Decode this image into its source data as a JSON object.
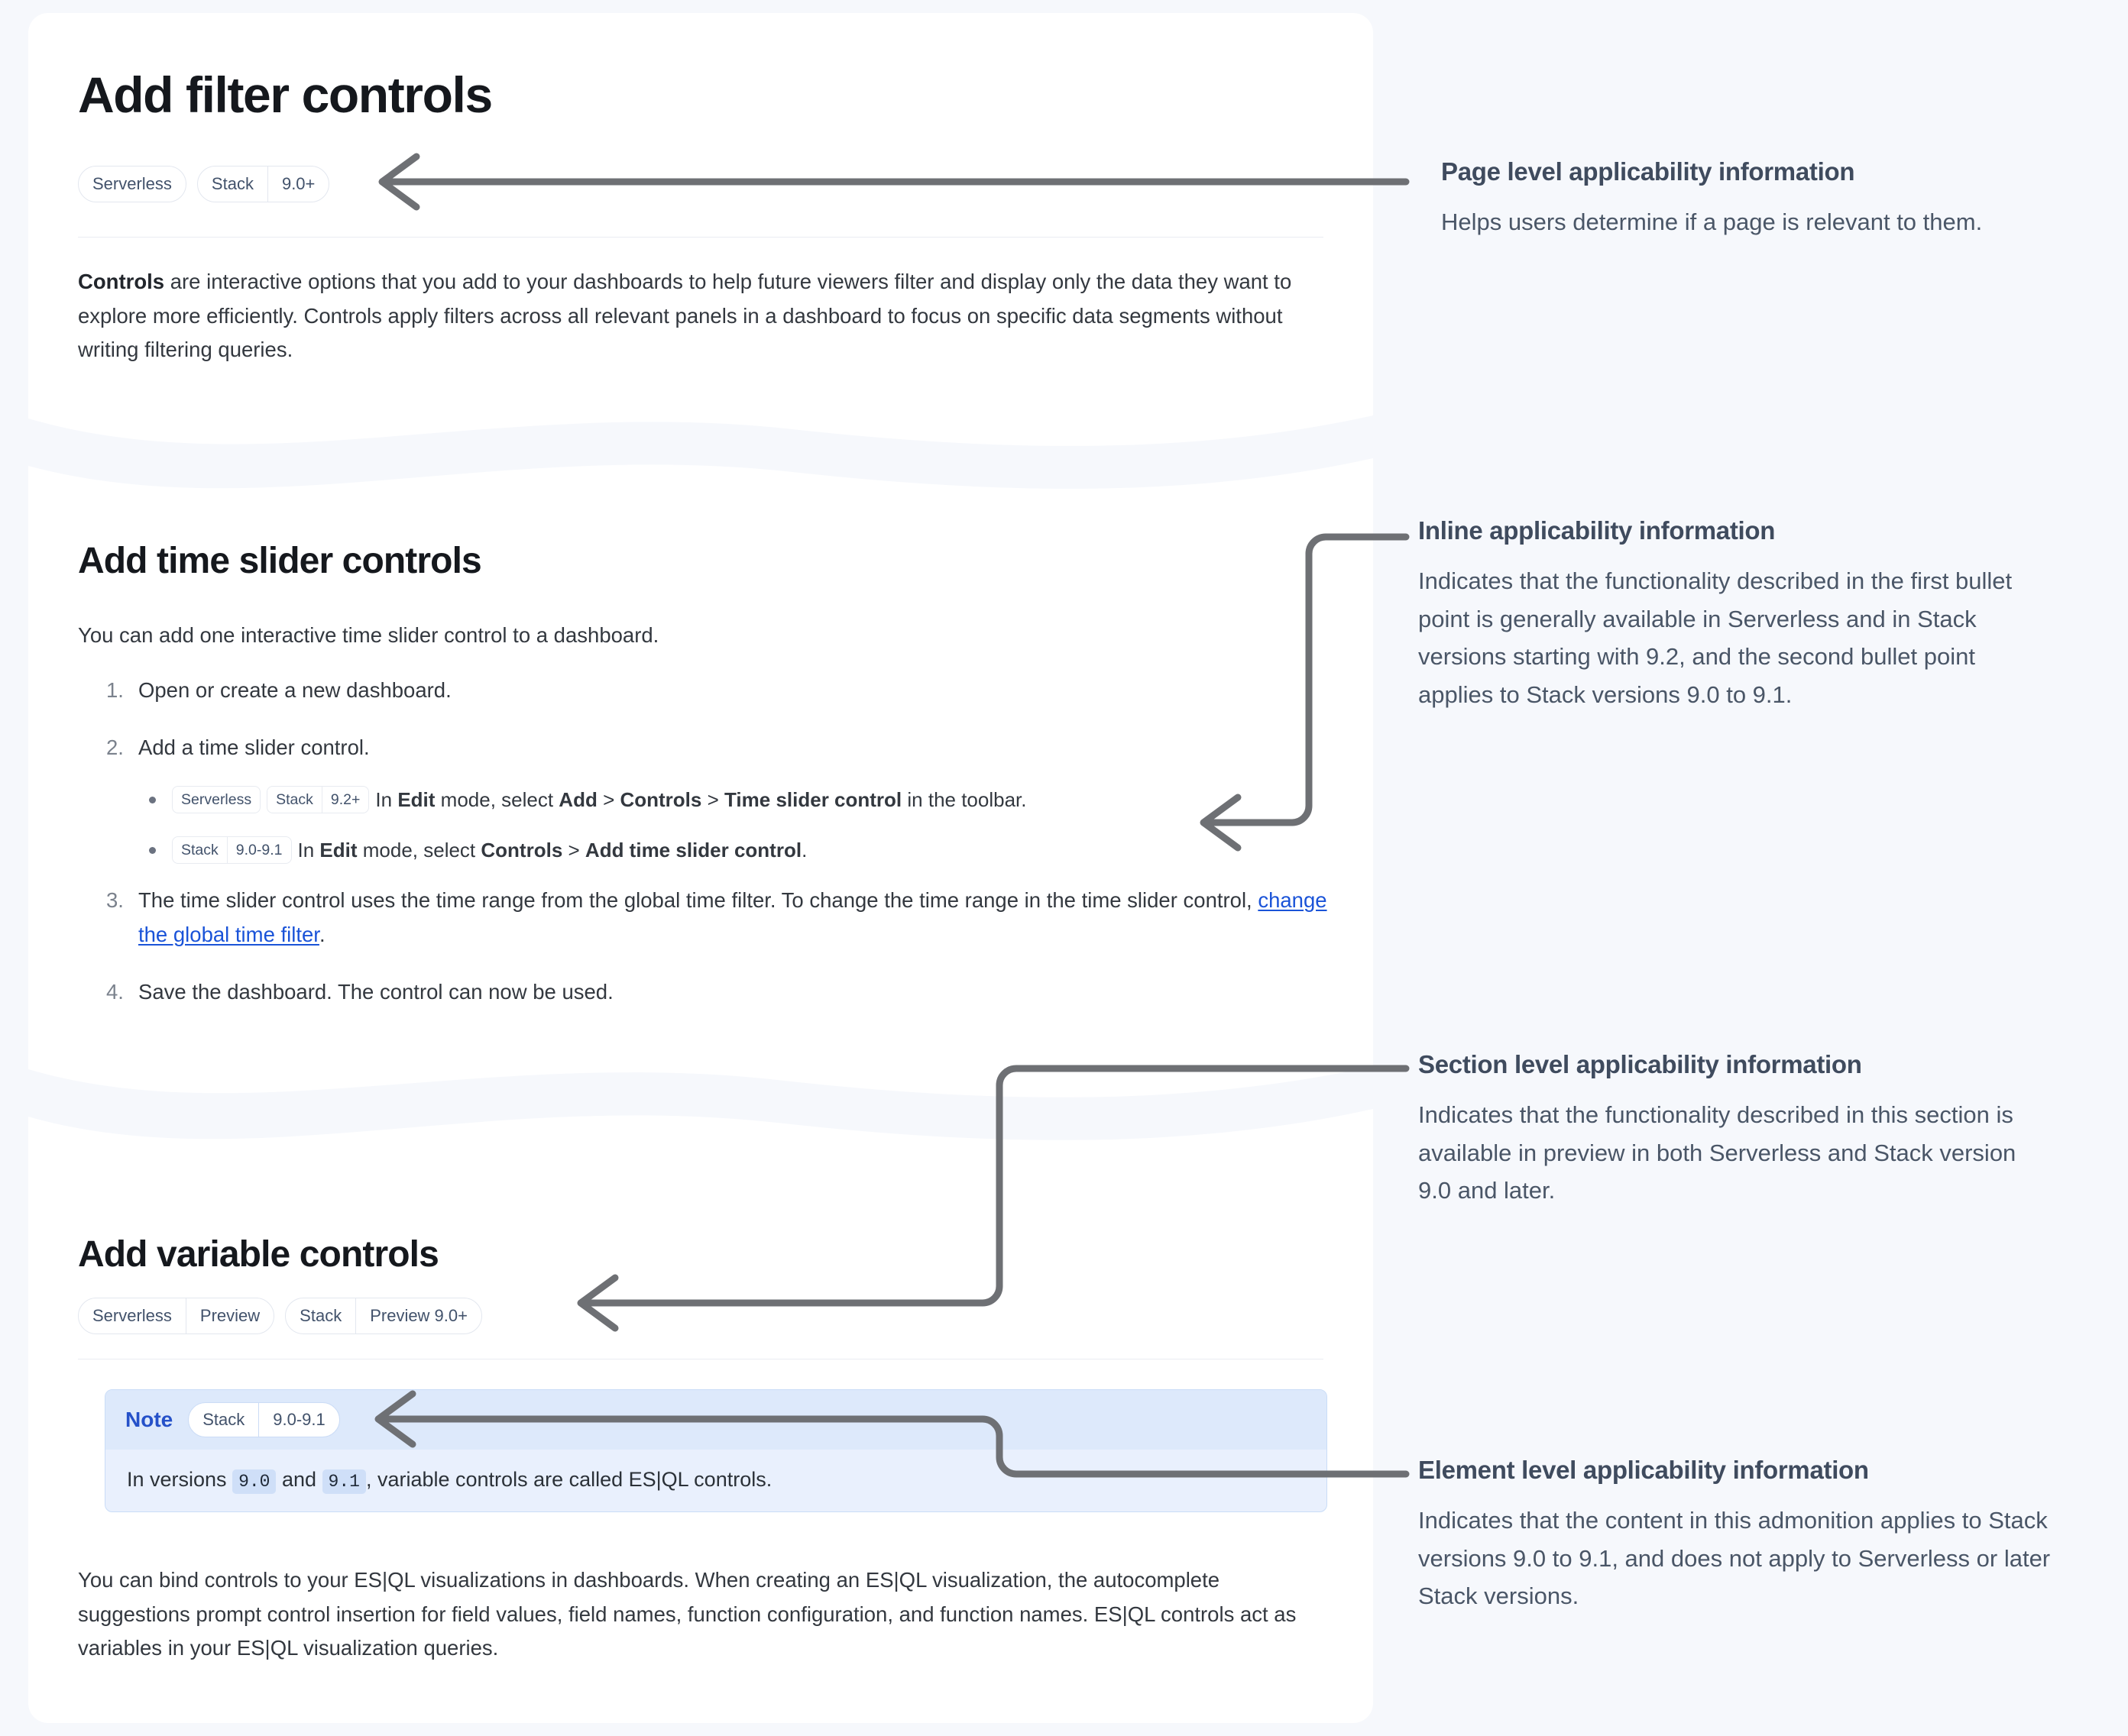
{
  "theme": {
    "page_bg": "#f6f8fc",
    "panel_bg": "#ffffff",
    "badge_text": "#42526b",
    "badge_border": "#e3e7ef",
    "link": "#1a53d8",
    "note_accent": "#2551c9",
    "note_bg": "#e9f0fd",
    "connector": "#6e7074",
    "annotation_heading": "#3f4b5e",
    "annotation_body": "#4a5667"
  },
  "doc": {
    "page_title": "Add filter controls",
    "page_badges": [
      {
        "segments": [
          "Serverless"
        ]
      },
      {
        "segments": [
          "Stack",
          "9.0+"
        ]
      }
    ],
    "intro": {
      "lead": "Controls",
      "rest": " are interactive options that you add to your dashboards to help future viewers filter and display only the data they want to explore more efficiently. Controls apply filters across all relevant panels in a dashboard to focus on specific data segments without writing filtering queries."
    },
    "section_time_slider": {
      "heading": "Add time slider controls",
      "intro": "You can add one interactive time slider control to a dashboard.",
      "steps": [
        {
          "num": "1.",
          "text": "Open or create a new dashboard."
        },
        {
          "num": "2.",
          "text": "Add a time slider control."
        },
        {
          "num": "3.",
          "text_a": "The time slider control uses the time range from the global time filter. To change the time range in the time slider control, ",
          "link": "change the global time filter",
          "text_b": "."
        },
        {
          "num": "4.",
          "text": "Save the dashboard. The control can now be used."
        }
      ],
      "bullets": [
        {
          "badges": [
            {
              "segments": [
                "Serverless"
              ]
            },
            {
              "segments": [
                "Stack",
                "9.2+"
              ]
            }
          ],
          "prefix": "In ",
          "b1": "Edit",
          "mid1": " mode, select ",
          "b2": "Add",
          "sep1": " > ",
          "b3": "Controls",
          "sep2": " > ",
          "b4": "Time slider control",
          "suffix": " in the toolbar."
        },
        {
          "badges": [
            {
              "segments": [
                "Stack",
                "9.0-9.1"
              ]
            }
          ],
          "prefix": "In ",
          "b1": "Edit",
          "mid1": " mode, select ",
          "b2": "Controls",
          "sep1": " > ",
          "b3": "Add time slider control",
          "sep2": "",
          "b4": "",
          "suffix": "."
        }
      ]
    },
    "section_variable": {
      "heading": "Add variable controls",
      "badges": [
        {
          "segments": [
            "Serverless",
            "Preview"
          ]
        },
        {
          "segments": [
            "Stack",
            "Preview 9.0+"
          ]
        }
      ],
      "note": {
        "label": "Note",
        "badge": {
          "segments": [
            "Stack",
            "9.0-9.1"
          ]
        },
        "body_a": "In versions ",
        "code1": "9.0",
        "body_b": " and ",
        "code2": "9.1",
        "body_c": ", variable controls are called ES|QL controls."
      },
      "paragraph": "You can bind controls to your ES|QL visualizations in dashboards. When creating an ES|QL visualization, the autocomplete suggestions prompt control insertion for field values, field names, function configuration, and function names. ES|QL controls act as variables in your ES|QL visualization queries."
    }
  },
  "annotations": [
    {
      "id": "page-level",
      "heading": "Page level applicability information",
      "body": "Helps users determine if a page is relevant to them."
    },
    {
      "id": "inline",
      "heading": "Inline applicability information",
      "body": "Indicates that the functionality described in the first bullet point is generally available in Serverless and in Stack versions starting with 9.2, and the second bullet point applies to Stack versions 9.0 to 9.1."
    },
    {
      "id": "section-level",
      "heading": "Section level applicability information",
      "body": "Indicates that the functionality described in this section is available in preview in both Serverless and Stack version 9.0 and later."
    },
    {
      "id": "element-level",
      "heading": "Element level applicability information",
      "body": "Indicates that the content in this admonition applies to Stack versions 9.0 to 9.1, and does not apply to Serverless or later Stack versions."
    }
  ]
}
